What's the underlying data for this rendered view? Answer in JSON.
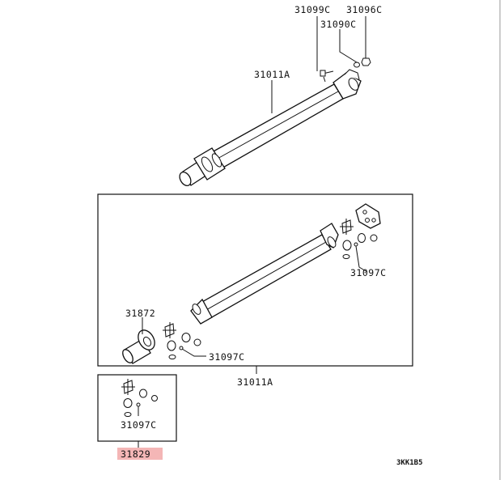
{
  "labels": {
    "p31099c": "31099C",
    "p31096c": "31096C",
    "p31090c": "31090C",
    "p31011a_top": "31011A",
    "p31097c_right": "31097C",
    "p31872": "31872",
    "p31097c_left": "31097C",
    "p31011a_bottom": "31011A",
    "p31097c_kit": "31097C",
    "p31829": "31829",
    "diagram_code": "3KK1B5"
  },
  "colors": {
    "highlight": "#f4b6b6",
    "ink": "#111111"
  },
  "highlighted_part": "31829"
}
